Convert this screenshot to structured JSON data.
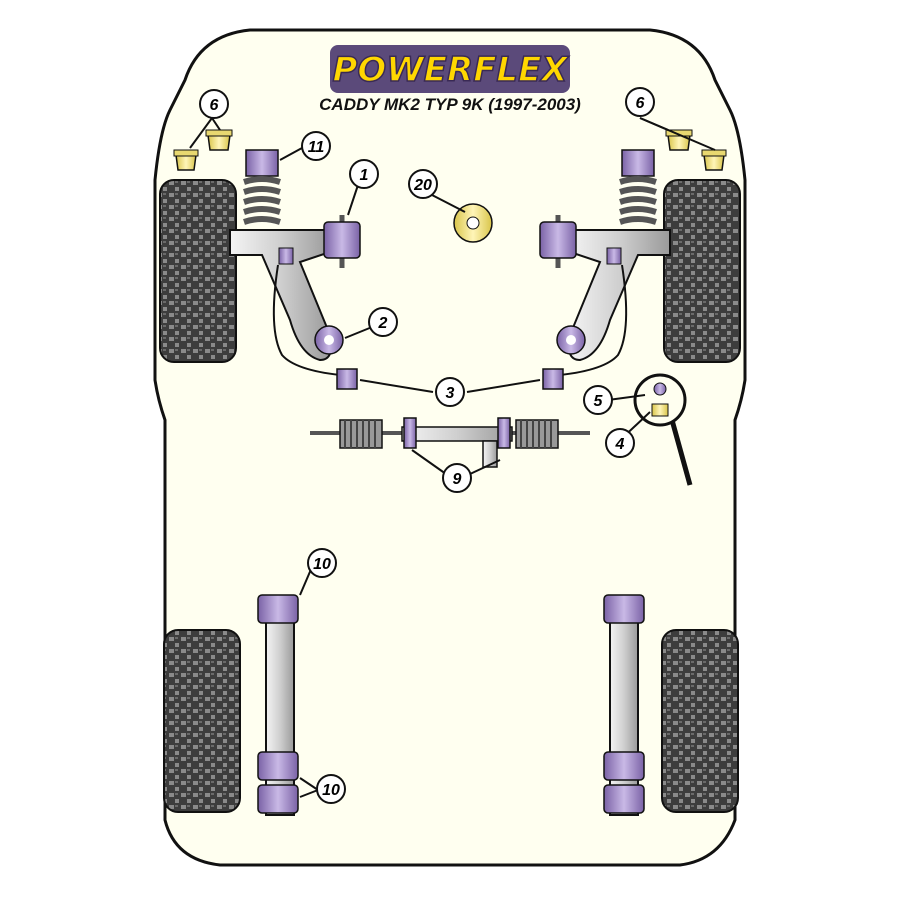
{
  "brand": {
    "logo_text": "POWERFLEX",
    "subtitle": "CADDY MK2 TYP 9K (1997-2003)"
  },
  "labels": {
    "front_bump_stop_left": "6",
    "front_bump_stop_right": "6",
    "top_mount": "11",
    "wishbone_front_bush": "1",
    "wishbone_rear_bush": "2",
    "anti_roll_bar_bush": "3",
    "drop_link_bush": "4",
    "drop_link_inner": "5",
    "steering_rack": "9",
    "gearbox_mount": "20",
    "rear_beam_front": "10",
    "rear_beam_rear": "10"
  },
  "colors": {
    "logo_fill": "#ffd700",
    "logo_bg": "#5b4a7a",
    "bush_purple": "#9b86c2",
    "bush_yellow": "#f3e48a",
    "outline": "#222222",
    "tyre": "#3a3a3a"
  },
  "icons": {
    "magnifier": "magnifier-icon"
  }
}
